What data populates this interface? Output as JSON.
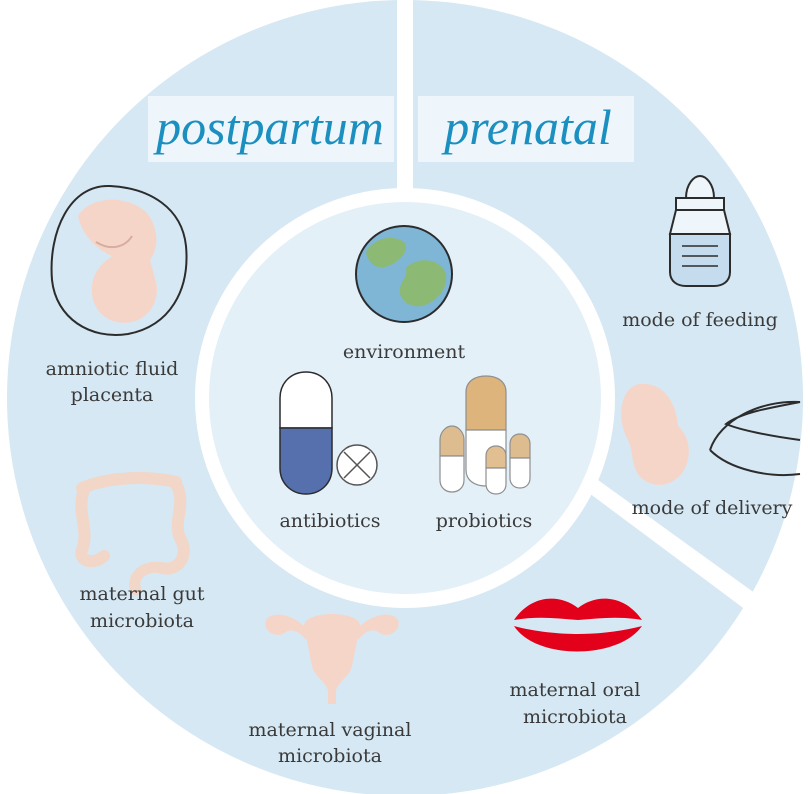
{
  "sections": {
    "postpartum": {
      "title": "postpartum",
      "items": [
        {
          "line1": "amniotic fluid",
          "line2": "placenta",
          "icon": "fetus-in-womb-icon"
        },
        {
          "line1": "maternal gut",
          "line2": "microbiota",
          "icon": "intestine-icon"
        },
        {
          "line1": "maternal vaginal",
          "line2": "microbiota",
          "icon": "uterus-icon"
        },
        {
          "line1": "maternal oral",
          "line2": "microbiota",
          "icon": "lips-icon"
        }
      ]
    },
    "prenatal": {
      "title": "prenatal",
      "items": [
        {
          "label": "mode of feeding",
          "icon": "baby-bottle-icon"
        },
        {
          "label": "mode of delivery",
          "icon": "fetus-delivery-icon"
        }
      ]
    },
    "center": {
      "items": [
        {
          "label": "environment",
          "icon": "globe-icon"
        },
        {
          "label": "antibiotics",
          "icon": "capsule-crossed-icon"
        },
        {
          "label": "probiotics",
          "icon": "probiotic-capsules-icon"
        }
      ]
    }
  },
  "colors": {
    "outer_ring": "#d6e8f3",
    "inner_circle": "#e3f0f8",
    "title_color": "#1a8fc0",
    "title_box": "#eef6fb",
    "label_color": "#3a3a3a",
    "flesh": "#f6d5c9",
    "lips_red": "#e3001b",
    "antibiotic_blue": "#5570ac",
    "probiotic_tan": "#dcb47c"
  }
}
